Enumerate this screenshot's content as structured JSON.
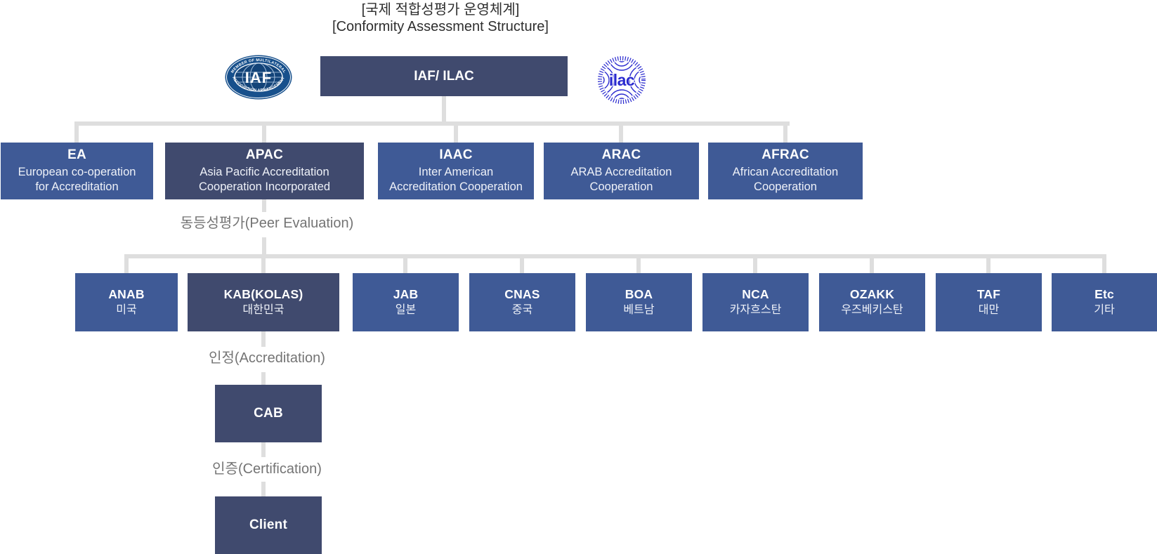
{
  "title": {
    "line1": "[국제 적합성평가 운영체계]",
    "line2": "[Conformity Assessment Structure]"
  },
  "logos": {
    "iaf": {
      "name": "IAF",
      "arc_top": "MEMBER OF MULTILATERAL",
      "arc_bottom": "RECOGNITION ARRANGEMENT"
    },
    "ilac": {
      "name": "ilac"
    }
  },
  "root": {
    "acronym": "IAF/ ILAC"
  },
  "level2": [
    {
      "acronym": "EA",
      "name": "European co-operation\nfor Accreditation"
    },
    {
      "acronym": "APAC",
      "name": "Asia Pacific Accreditation\nCooperation Incorporated"
    },
    {
      "acronym": "IAAC",
      "name": "Inter American\nAccreditation Cooperation"
    },
    {
      "acronym": "ARAC",
      "name": "ARAB Accreditation\nCooperation"
    },
    {
      "acronym": "AFRAC",
      "name": "African Accreditation\nCooperation"
    }
  ],
  "edge_labels": {
    "peer_evaluation": "동등성평가(Peer Evaluation)",
    "accreditation": "인정(Accreditation)",
    "certification": "인증(Certification)"
  },
  "level3": [
    {
      "acronym": "ANAB",
      "country": "미국"
    },
    {
      "acronym": "KAB(KOLAS)",
      "country": "대한민국"
    },
    {
      "acronym": "JAB",
      "country": "일본"
    },
    {
      "acronym": "CNAS",
      "country": "중국"
    },
    {
      "acronym": "BOA",
      "country": "베트남"
    },
    {
      "acronym": "NCA",
      "country": "카자흐스탄"
    },
    {
      "acronym": "OZAKK",
      "country": "우즈베키스탄"
    },
    {
      "acronym": "TAF",
      "country": "대만"
    },
    {
      "acronym": "Etc",
      "country": "기타"
    }
  ],
  "level4": {
    "cab": "CAB",
    "client": "Client"
  },
  "colors": {
    "box_primary": "#3F5A96",
    "box_highlight": "#404A6E",
    "connector": "#DEDEDE",
    "edge_label_text": "#747474",
    "title_text": "#2E2E2E",
    "iaf_logo_blue": "#17508C",
    "ilac_logo_blue": "#2A2ACF"
  }
}
